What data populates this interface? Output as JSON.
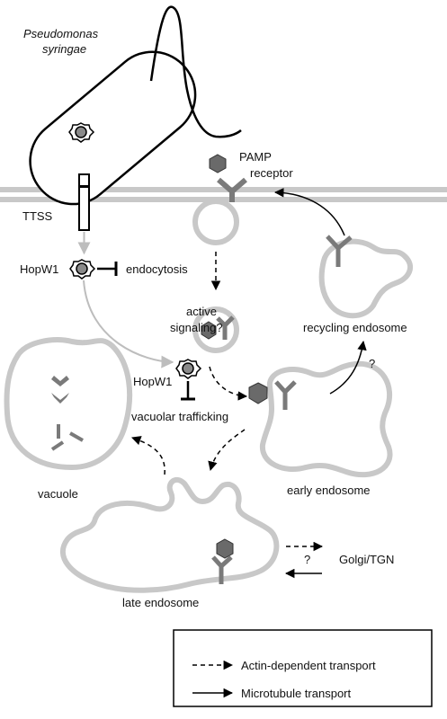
{
  "labels": {
    "organism_line1": "Pseudomonas",
    "organism_line2": "syringae",
    "pamp": "PAMP",
    "receptor": "receptor",
    "ttss": "TTSS",
    "hopw1_top": "HopW1",
    "endocytosis": "endocytosis",
    "active_line1": "active",
    "active_line2": "signaling?",
    "recycling_endosome": "recycling endosome",
    "question_recycling": "?",
    "hopw1_mid": "HopW1",
    "vacuolar_trafficking": "vacuolar trafficking",
    "early_endosome": "early endosome",
    "vacuole": "vacuole",
    "question_golgi": "?",
    "golgi": "Golgi/TGN",
    "late_endosome": "late endosome"
  },
  "legend": {
    "actin": "Actin-dependent transport",
    "microtubule": "Microtubule transport"
  },
  "colors": {
    "membrane": "#c8c8c8",
    "receptor": "#7a7a7a",
    "pamp": "#6a6a6a",
    "effector": "#8a8a8a",
    "line": "#000000"
  }
}
